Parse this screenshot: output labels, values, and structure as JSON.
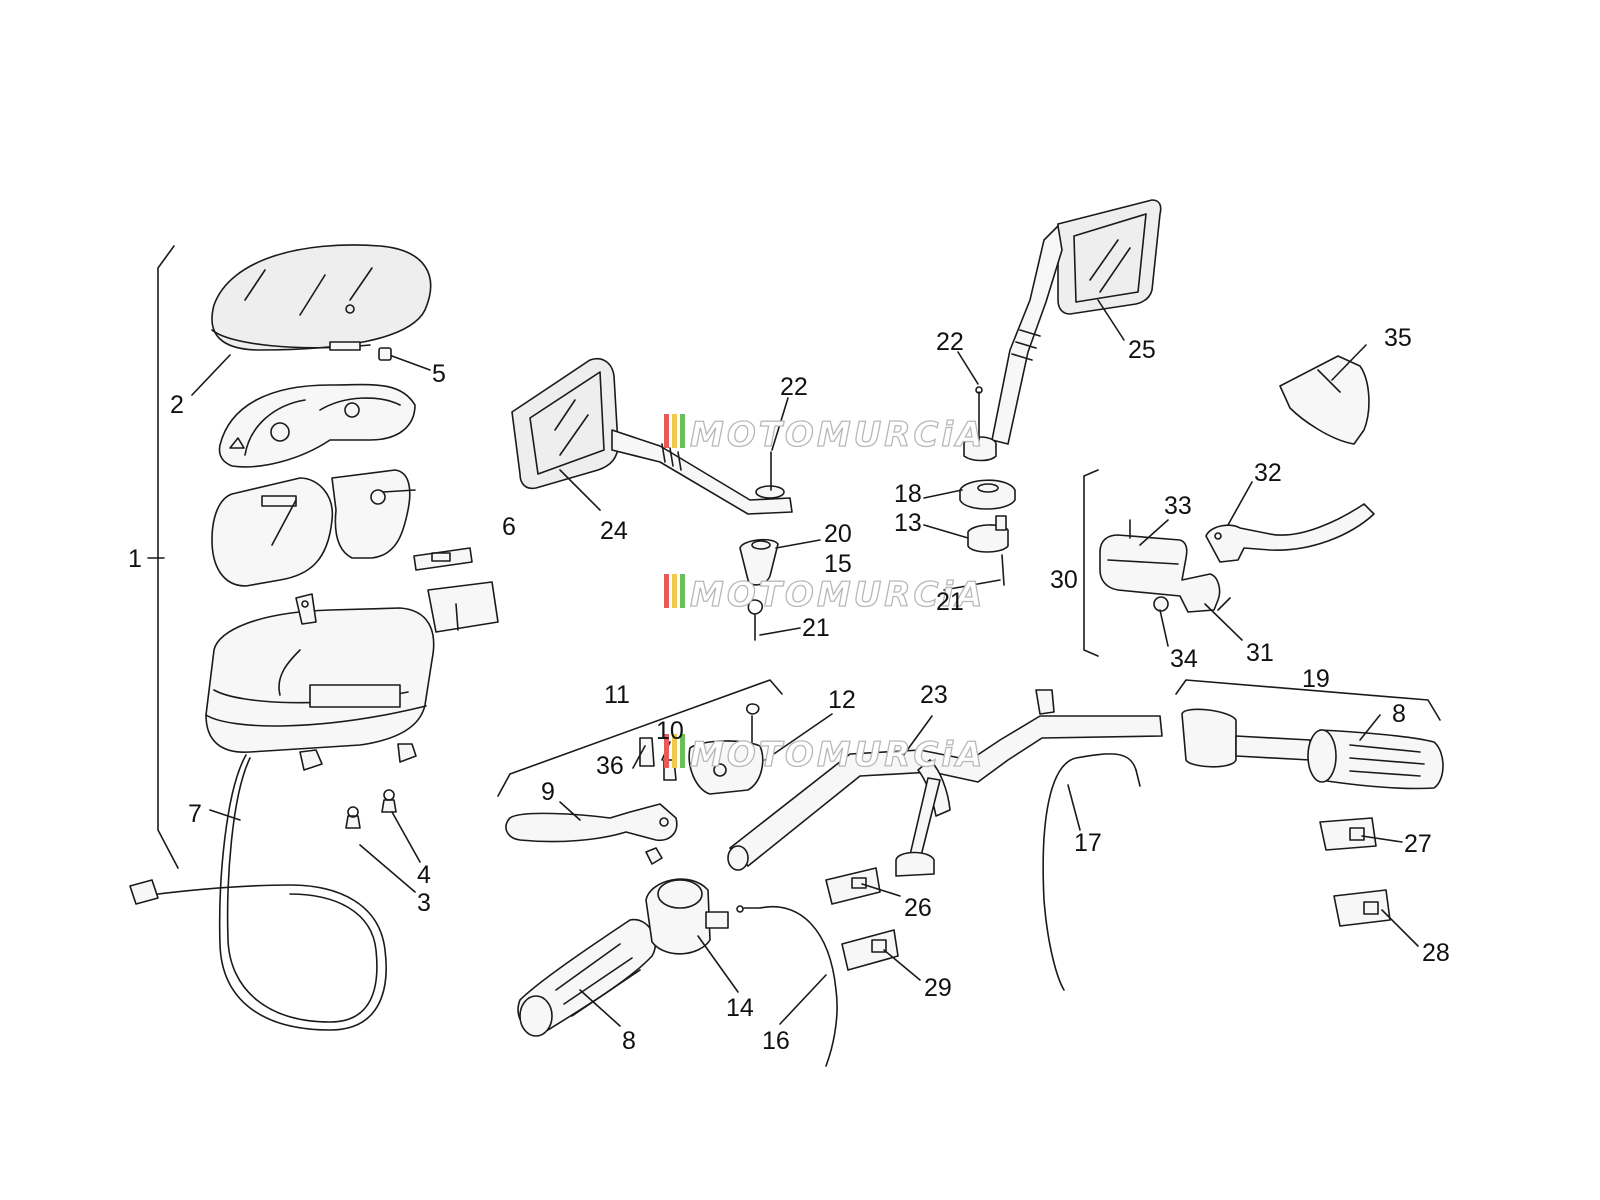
{
  "watermark": {
    "text": "MOTOMURCiA",
    "stripe_colors": [
      "#e85a5a",
      "#f1c94b",
      "#6bbf59"
    ]
  },
  "callouts": [
    {
      "id": "c1",
      "text": "1"
    },
    {
      "id": "c2",
      "text": "2"
    },
    {
      "id": "c3",
      "text": "3"
    },
    {
      "id": "c4",
      "text": "4"
    },
    {
      "id": "c5",
      "text": "5"
    },
    {
      "id": "c6",
      "text": "6"
    },
    {
      "id": "c7",
      "text": "7"
    },
    {
      "id": "c8a",
      "text": "8"
    },
    {
      "id": "c8b",
      "text": "8"
    },
    {
      "id": "c9",
      "text": "9"
    },
    {
      "id": "c10",
      "text": "10"
    },
    {
      "id": "c11",
      "text": "11"
    },
    {
      "id": "c12",
      "text": "12"
    },
    {
      "id": "c13",
      "text": "13"
    },
    {
      "id": "c14",
      "text": "14"
    },
    {
      "id": "c15",
      "text": "15"
    },
    {
      "id": "c16",
      "text": "16"
    },
    {
      "id": "c17",
      "text": "17"
    },
    {
      "id": "c18",
      "text": "18"
    },
    {
      "id": "c19",
      "text": "19"
    },
    {
      "id": "c20",
      "text": "20"
    },
    {
      "id": "c21a",
      "text": "21"
    },
    {
      "id": "c21b",
      "text": "21"
    },
    {
      "id": "c22a",
      "text": "22"
    },
    {
      "id": "c22b",
      "text": "22"
    },
    {
      "id": "c23",
      "text": "23"
    },
    {
      "id": "c24",
      "text": "24"
    },
    {
      "id": "c25",
      "text": "25"
    },
    {
      "id": "c26",
      "text": "26"
    },
    {
      "id": "c27",
      "text": "27"
    },
    {
      "id": "c28",
      "text": "28"
    },
    {
      "id": "c29",
      "text": "29"
    },
    {
      "id": "c30",
      "text": "30"
    },
    {
      "id": "c31",
      "text": "31"
    },
    {
      "id": "c32",
      "text": "32"
    },
    {
      "id": "c33",
      "text": "33"
    },
    {
      "id": "c34",
      "text": "34"
    },
    {
      "id": "c35",
      "text": "35"
    },
    {
      "id": "c36",
      "text": "36"
    }
  ]
}
